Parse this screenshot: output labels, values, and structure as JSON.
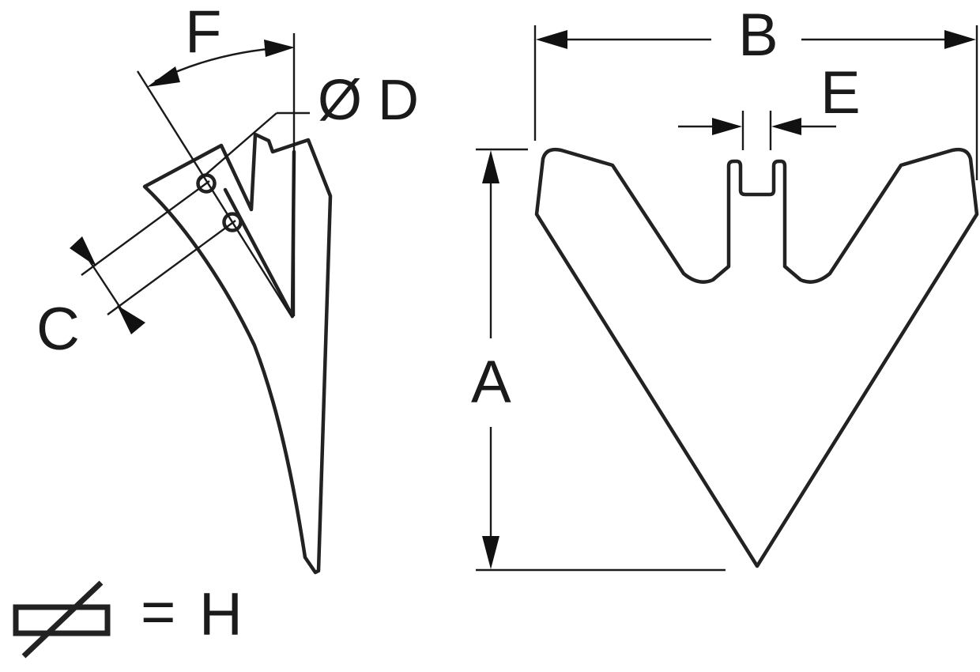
{
  "labels": {
    "a": "A",
    "b": "B",
    "c": "C",
    "d": "Ø D",
    "e": "E",
    "f": "F",
    "h": "H",
    "equals": "="
  },
  "colors": {
    "line": "#222222",
    "text": "#1a1a1a",
    "background": "#ffffff"
  }
}
